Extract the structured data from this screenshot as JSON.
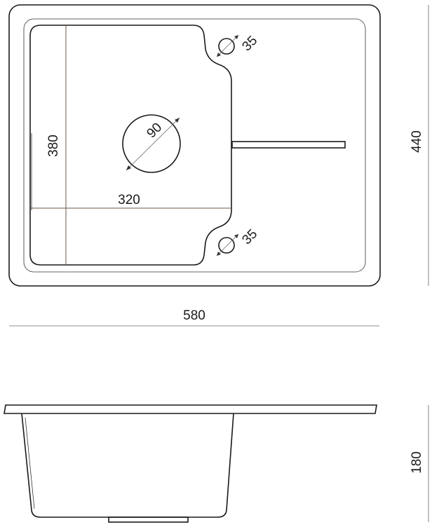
{
  "top_view": {
    "hole_top_label": "35",
    "drain_label": "90",
    "hole_bottom_label": "35",
    "bowl_height_label": "380",
    "bowl_width_label": "320",
    "total_height_label": "440",
    "total_width_label": "580"
  },
  "side_view": {
    "depth_label": "180"
  }
}
